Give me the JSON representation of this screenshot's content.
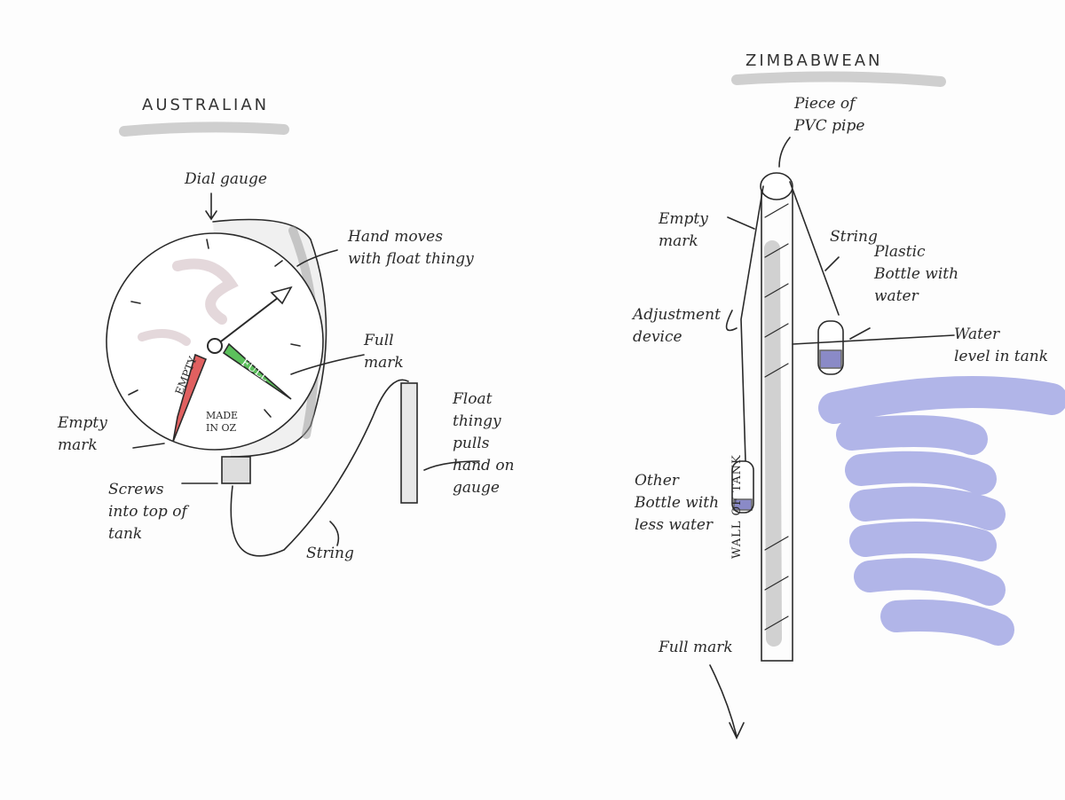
{
  "colors": {
    "ink": "#2a2a2a",
    "empty": "#e06060",
    "full": "#5cc05c",
    "water": "#a9ade6",
    "shadow": "#c8c8c8"
  },
  "australian": {
    "title": "AUSTRALIAN",
    "dial_gauge": "Dial gauge",
    "hand_moves": "Hand moves\nwith float thingy",
    "full_mark": "Full\nmark",
    "float_pulls": "Float\nthingy\npulls\nhand on\ngauge",
    "empty_mark": "Empty\nmark",
    "screws": "Screws\ninto top of\ntank",
    "string": "String",
    "empty_label": "EMPTY",
    "full_label": "FULL",
    "made_in": "MADE\nIN OZ"
  },
  "zimbabwean": {
    "title": "ZIMBABWEAN",
    "pvc_pipe": "Piece of\nPVC pipe",
    "empty_mark": "Empty\nmark",
    "string": "String",
    "plastic_bottle": "Plastic\nBottle with\nwater",
    "adjustment": "Adjustment\ndevice",
    "water_level": "Water\nlevel in tank",
    "wall": "WALL OF TANK",
    "other_bottle": "Other\nBottle with\nless water",
    "full_mark": "Full mark"
  }
}
